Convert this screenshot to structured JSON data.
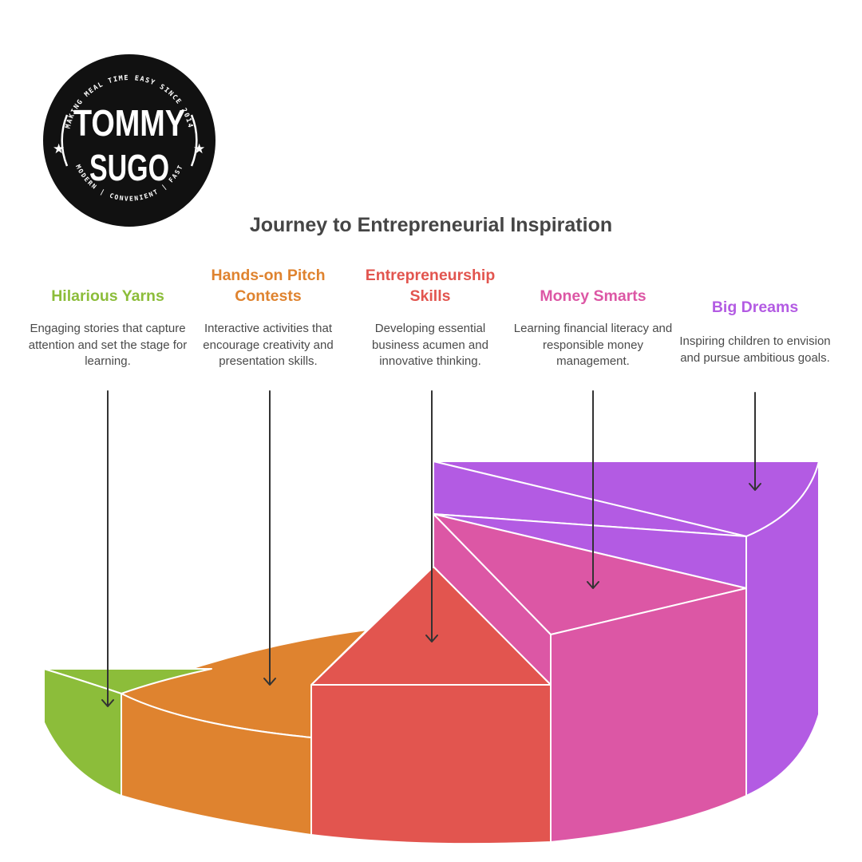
{
  "logo": {
    "name_line1": "TOMMY",
    "name_line2": "SUGO",
    "arc_top": "MAKING MEAL TIME EASY SINCE 2014",
    "arc_bottom": "MODERN | CONVENIENT | FAST"
  },
  "title": "Journey to Entrepreneurial Inspiration",
  "colors": {
    "green": "#8cbd3a",
    "orange": "#df832f",
    "red": "#e2554f",
    "pink": "#dc57a5",
    "purple": "#b35be3"
  },
  "steps": [
    {
      "label": "Hilarious Yarns",
      "description": "Engaging stories that capture attention and set the stage for learning.",
      "color": "#8cbd3a"
    },
    {
      "label": "Hands-on Pitch Contests",
      "description": "Interactive activities that encourage creativity and presentation skills.",
      "color": "#df832f"
    },
    {
      "label": "Entrepreneurship Skills",
      "description": "Developing essential business acumen and innovative thinking.",
      "color": "#e2554f"
    },
    {
      "label": "Money Smarts",
      "description": "Learning financial literacy and responsible money management.",
      "color": "#dc57a5"
    },
    {
      "label": "Big Dreams",
      "description": "Inspiring children to envision and pursue ambitious goals.",
      "color": "#b35be3"
    }
  ]
}
